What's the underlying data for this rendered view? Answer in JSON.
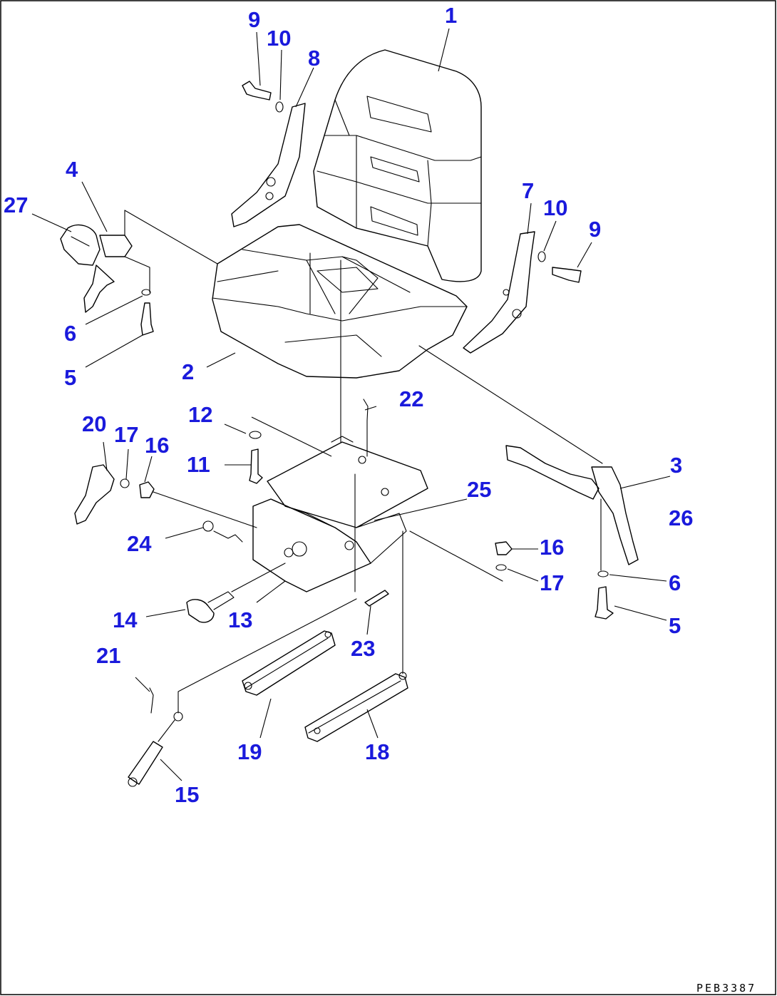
{
  "diagram": {
    "drawing_code": "PEB3387",
    "callouts": [
      "1",
      "2",
      "3",
      "4",
      "5",
      "5",
      "6",
      "6",
      "7",
      "8",
      "9",
      "9",
      "10",
      "10",
      "11",
      "12",
      "13",
      "14",
      "15",
      "16",
      "16",
      "17",
      "17",
      "18",
      "19",
      "20",
      "21",
      "22",
      "23",
      "24",
      "25",
      "26",
      "27"
    ],
    "colors": {
      "callout": "#1a1adc",
      "linework": "#000000",
      "background": "#ffffff"
    }
  }
}
